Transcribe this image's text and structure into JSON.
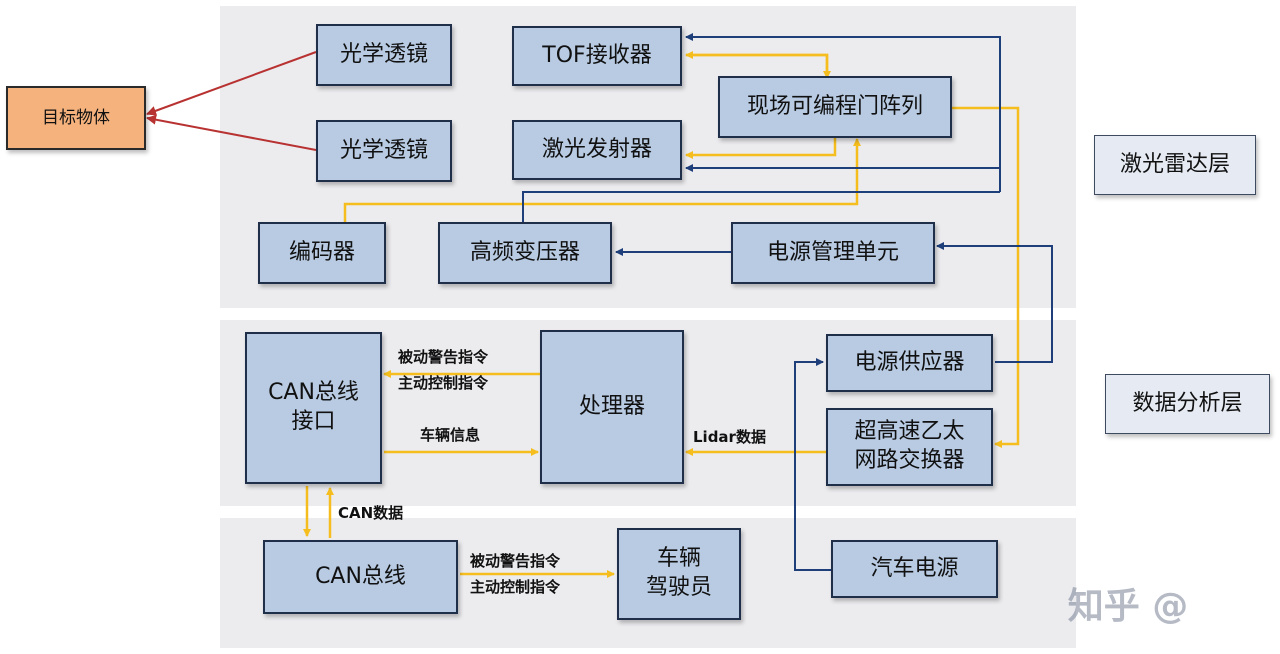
{
  "nodes": {
    "target": "目标物体",
    "lens1": "光学透镜",
    "lens2": "光学透镜",
    "tof": "TOF接收器",
    "fpga": "现场可编程门阵列",
    "laser": "激光发射器",
    "encoder": "编码器",
    "hft": "高频变压器",
    "pmu": "电源管理单元",
    "can_iface": "CAN总线\n接口",
    "processor": "处理器",
    "psu": "电源供应器",
    "ethswitch": "超高速乙太\n网路交换器",
    "canbus": "CAN总线",
    "driver": "车辆\n驾驶员",
    "carpower": "汽车电源"
  },
  "layers": {
    "lidar": "激光雷达层",
    "analysis": "数据分析层"
  },
  "edge_labels": {
    "passive_warning_1": "被动警告指令",
    "active_control_1": "主动控制指令",
    "vehicle_info": "车辆信息",
    "lidar_data": "Lidar数据",
    "can_data": "CAN数据",
    "passive_warning_2": "被动警告指令",
    "active_control_2": "主动控制指令"
  },
  "watermark": "知乎 @",
  "colors": {
    "box_fill": "#b8cbe3",
    "target_fill": "#f5b27d",
    "yellow_line": "#f5be1e",
    "blue_line": "#1e3f7a",
    "red_line": "#b83232"
  }
}
